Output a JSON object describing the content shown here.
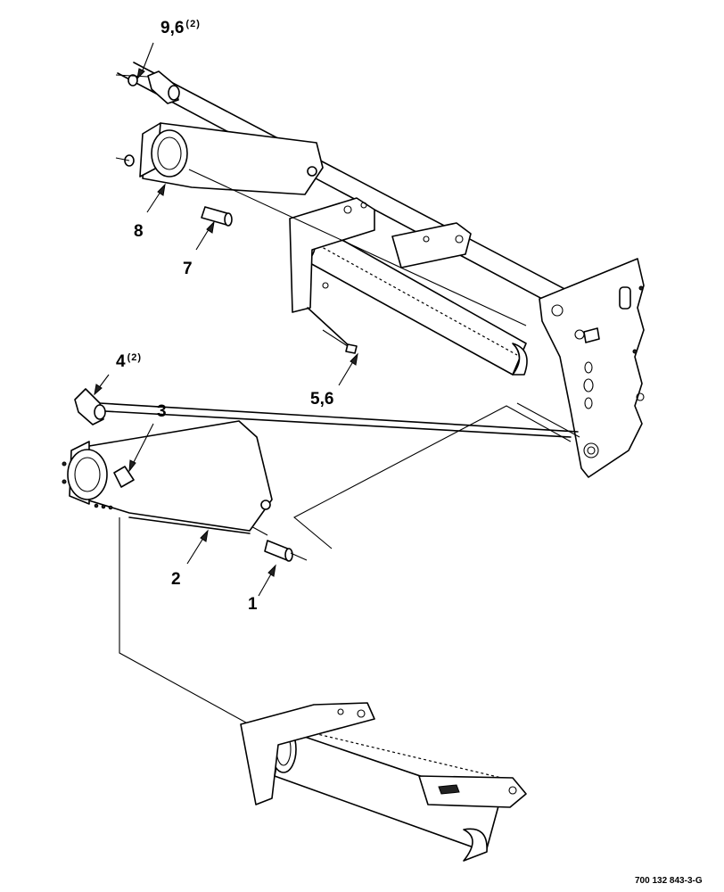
{
  "figure_id": "700 132 843-3-G",
  "callouts": [
    {
      "key": "c96",
      "number": "9,6",
      "qty": "(2)"
    },
    {
      "key": "c8",
      "number": "8",
      "qty": ""
    },
    {
      "key": "c7",
      "number": "7",
      "qty": ""
    },
    {
      "key": "c56",
      "number": "5,6",
      "qty": ""
    },
    {
      "key": "c4",
      "number": "4",
      "qty": "(2)"
    },
    {
      "key": "c3",
      "number": "3",
      "qty": ""
    },
    {
      "key": "c2",
      "number": "2",
      "qty": ""
    },
    {
      "key": "c1",
      "number": "1",
      "qty": ""
    }
  ]
}
